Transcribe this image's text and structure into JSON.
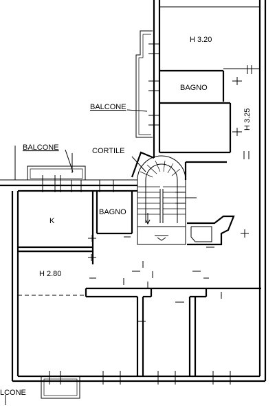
{
  "labels": {
    "room_h320": "H 3.20",
    "bagno_top": "BAGNO",
    "balcone_mid": "BALCONE",
    "h325": "H 3.25",
    "balcone_left": "BALCONE",
    "cortile": "CORTILE",
    "bagno_mid": "BAGNO",
    "k": "K",
    "h280": "H 2.80",
    "balcone_bottom": "LCONE"
  }
}
